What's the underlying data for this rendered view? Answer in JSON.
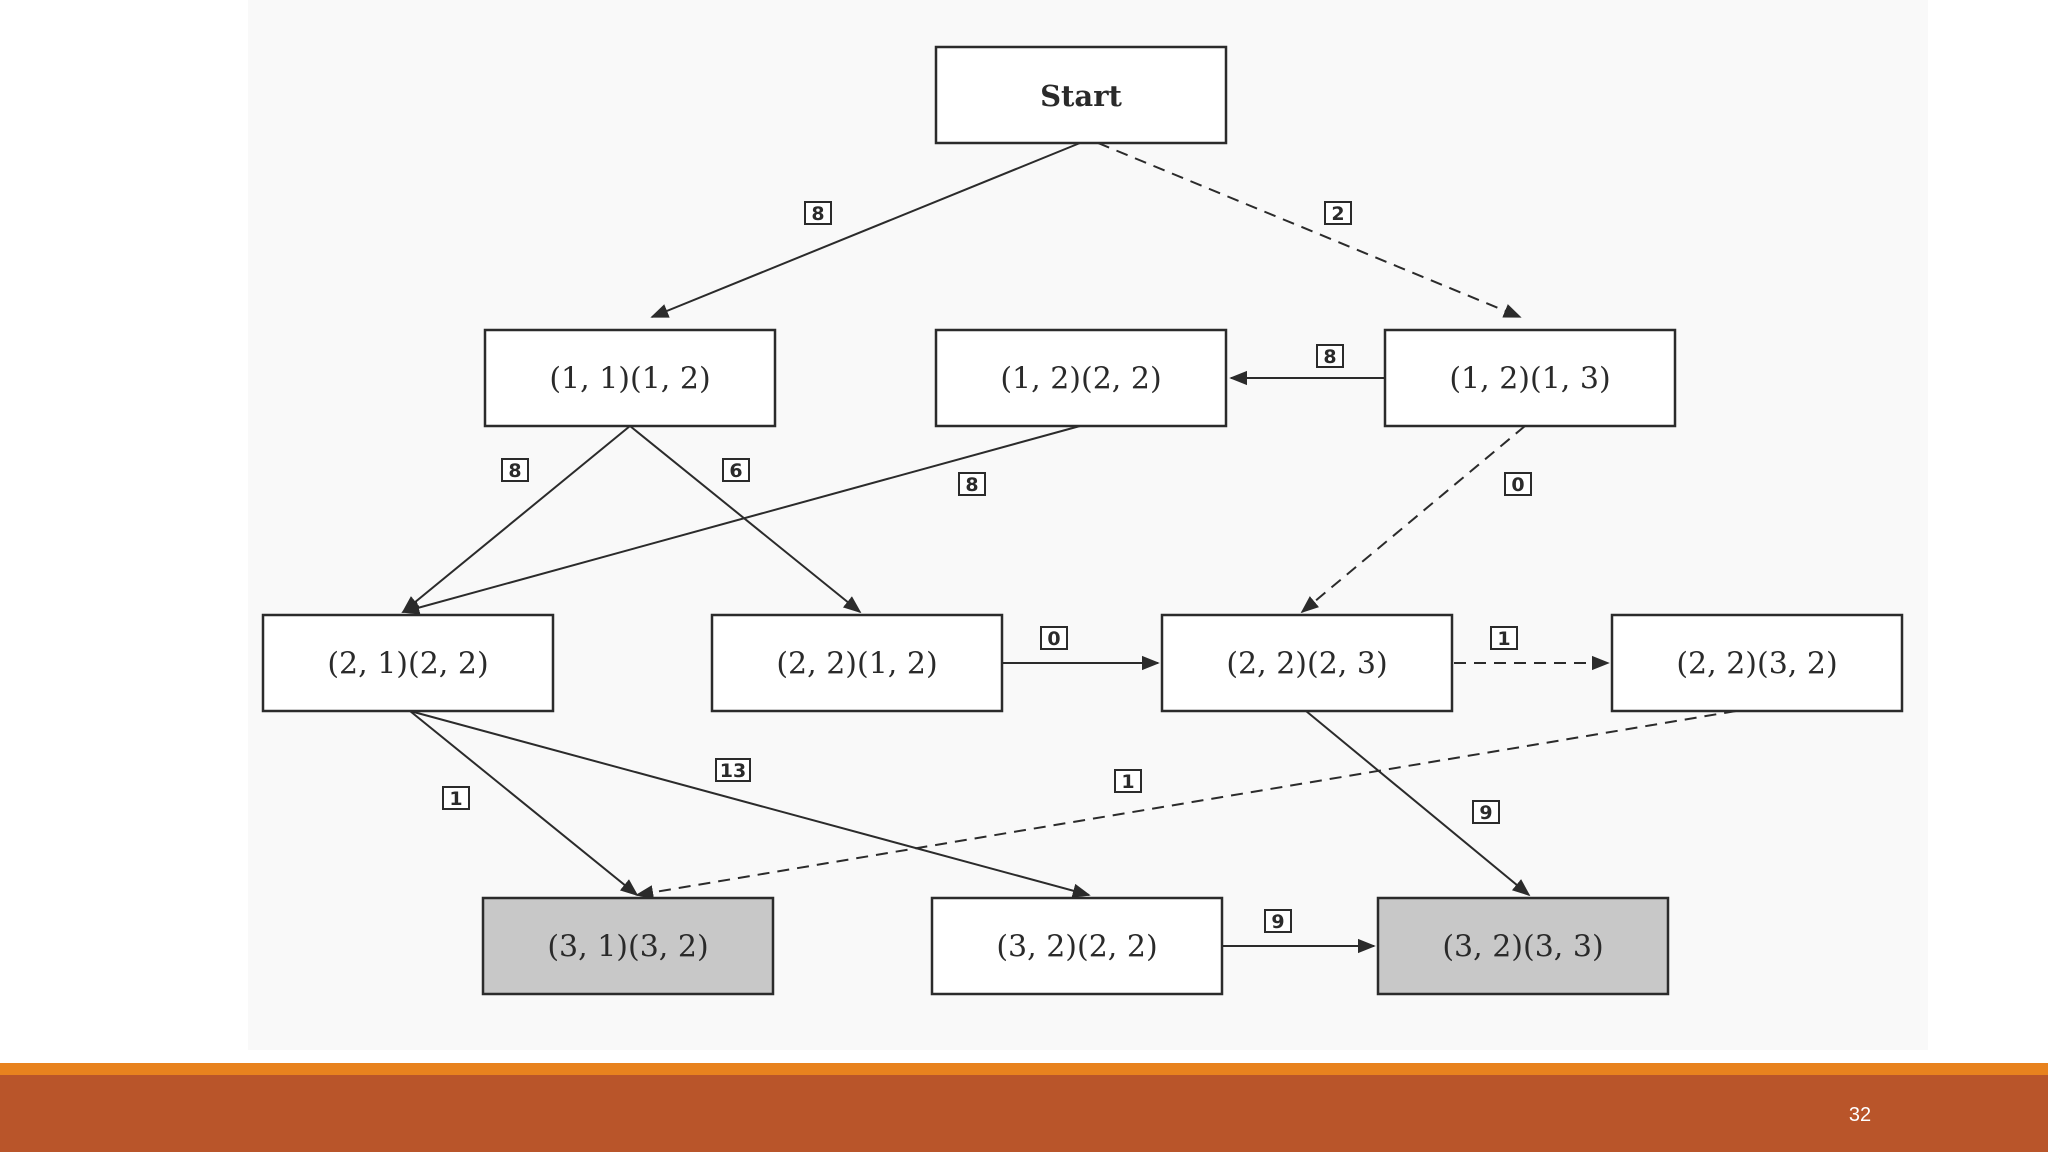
{
  "diagram": {
    "nodes": [
      {
        "id": "start",
        "label": "Start",
        "shaded": false
      },
      {
        "id": "n11_12",
        "label": "(1, 1)(1, 2)",
        "shaded": false
      },
      {
        "id": "n12_22",
        "label": "(1, 2)(2, 2)",
        "shaded": false
      },
      {
        "id": "n12_13",
        "label": "(1, 2)(1, 3)",
        "shaded": false
      },
      {
        "id": "n21_22",
        "label": "(2, 1)(2, 2)",
        "shaded": false
      },
      {
        "id": "n22_12",
        "label": "(2, 2)(1, 2)",
        "shaded": false
      },
      {
        "id": "n22_23",
        "label": "(2, 2)(2, 3)",
        "shaded": false
      },
      {
        "id": "n22_32",
        "label": "(2, 2)(3, 2)",
        "shaded": false
      },
      {
        "id": "n31_32",
        "label": "(3, 1)(3, 2)",
        "shaded": true
      },
      {
        "id": "n32_22",
        "label": "(3, 2)(2, 2)",
        "shaded": false
      },
      {
        "id": "n32_33",
        "label": "(3, 2)(3, 3)",
        "shaded": true
      }
    ],
    "edges": [
      {
        "from": "start",
        "to": "n11_12",
        "weight": "8",
        "dashed": false
      },
      {
        "from": "start",
        "to": "n12_13",
        "weight": "2",
        "dashed": true
      },
      {
        "from": "n12_13",
        "to": "n12_22",
        "weight": "8",
        "dashed": false
      },
      {
        "from": "n11_12",
        "to": "n21_22",
        "weight": "8",
        "dashed": false
      },
      {
        "from": "n11_12",
        "to": "n22_12",
        "weight": "6",
        "dashed": false
      },
      {
        "from": "n12_22",
        "to": "n21_22",
        "weight": "8",
        "dashed": false
      },
      {
        "from": "n12_13",
        "to": "n22_23",
        "weight": "0",
        "dashed": true
      },
      {
        "from": "n22_12",
        "to": "n22_23",
        "weight": "0",
        "dashed": false
      },
      {
        "from": "n22_23",
        "to": "n22_32",
        "weight": "1",
        "dashed": true
      },
      {
        "from": "n21_22",
        "to": "n31_32",
        "weight": "1",
        "dashed": false
      },
      {
        "from": "n21_22",
        "to": "n32_22",
        "weight": "13",
        "dashed": false
      },
      {
        "from": "n22_32",
        "to": "n31_32",
        "weight": "1",
        "dashed": true
      },
      {
        "from": "n22_23",
        "to": "n32_33",
        "weight": "9",
        "dashed": false
      },
      {
        "from": "n32_22",
        "to": "n32_33",
        "weight": "9",
        "dashed": false
      }
    ],
    "colors": {
      "node_fill": "#ffffff",
      "shaded_fill": "#c8c8c8",
      "line": "#2b2b2b"
    }
  },
  "footer": {
    "slide_number": "32",
    "accent_color": "#e8821e",
    "bar_color": "#b9552a"
  }
}
